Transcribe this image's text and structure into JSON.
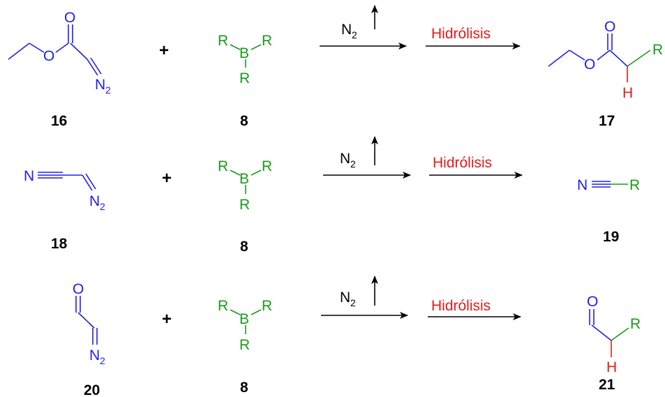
{
  "atoms": {
    "O": "O",
    "N": "N",
    "N2_N": "N",
    "N2_sub": "2",
    "B": "B",
    "R": "R",
    "H": "H"
  },
  "reagents": {
    "n2_N": "N",
    "n2_sub": "2",
    "hydrolysis": "Hidrólisis",
    "plus": "+"
  },
  "rows": [
    {
      "diazo_number": "16",
      "borane_number": "8",
      "product_number": "17"
    },
    {
      "diazo_number": "18",
      "borane_number": "8",
      "product_number": "19"
    },
    {
      "diazo_number": "20",
      "borane_number": "8",
      "product_number": "21"
    }
  ],
  "colors": {
    "diazo_compound": "#1f1fe6",
    "borane": "#1a9a1a",
    "hydrolysis_label": "#e31b1b",
    "added_hydrogen": "#e31b1b"
  }
}
